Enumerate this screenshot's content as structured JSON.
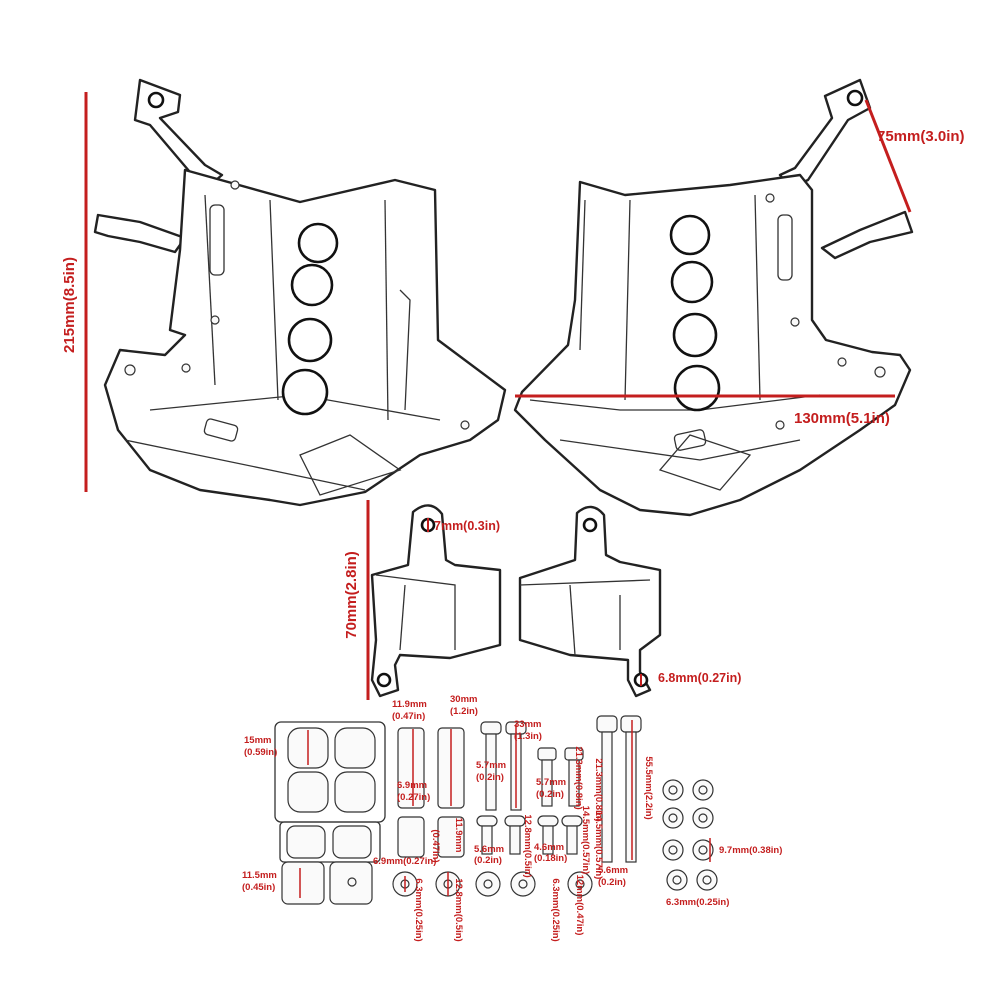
{
  "colors": {
    "dimension": "#c41e1e",
    "outline": "#222222",
    "background": "#ffffff"
  },
  "dimensions": {
    "height_guard": "215mm(8.5in)",
    "bracket_arm": "75mm(3.0in)",
    "width_guard": "130mm(5.1in)",
    "mount_hole": "7mm(0.3in)",
    "height_mount": "70mm(2.8in)",
    "lower_hole": "6.8mm(0.27in)"
  },
  "hardware_labels": {
    "pad_large_line1": "15mm",
    "pad_large_line2": "(0.59in)",
    "pad_small_line1": "11.5mm",
    "pad_small_line2": "(0.45in)",
    "spacer_a_od_line1": "11.9mm",
    "spacer_a_od_line2": "(0.47in)",
    "spacer_b_len_line1": "30mm",
    "spacer_b_len_line2": "(1.2in)",
    "spacer_a_id_line1": "6.9mm",
    "spacer_a_id_line2": "(0.27in)",
    "spacer_b_od_v": "(0.47in)",
    "spacer_b_od_v2": "11.9mm",
    "short_spacer_id": "6.9mm(0.27in)",
    "washer_a_v": "6.3mm(0.25in)",
    "washer_b_v": "12.8mm(0.5in)",
    "bolt_a_len_line1": "33mm",
    "bolt_a_len_line2": "(1.3in)",
    "bolt_a_dia_line1": "5.7mm",
    "bolt_a_dia_line2": "(0.2in)",
    "bolt_b_len_v": "21.3mm(0.8in)",
    "bolt_b_dia_line1": "5.7mm",
    "bolt_b_dia_line2": "(0.2in)",
    "screw_a_dia_line1": "5.6mm",
    "screw_a_dia_line2": "(0.2in)",
    "screw_a_len_v": "12.8mm(0.5in)",
    "screw_b_dia_line1": "4.6mm",
    "screw_b_dia_line2": "(0.18in)",
    "screw_b_len_v": "14.5mm(0.57in)",
    "washer_c_v": "6.3mm(0.25in)",
    "washer_d_v": "12mm(0.47in)",
    "long_bolt_a_v": "55.5mm(2.2in)",
    "long_bolt_b_dia_line1": "5.6mm",
    "long_bolt_b_dia_line2": "(0.2in)",
    "nut_od": "9.7mm(0.38in)",
    "nut_id": "6.3mm(0.25in)"
  }
}
